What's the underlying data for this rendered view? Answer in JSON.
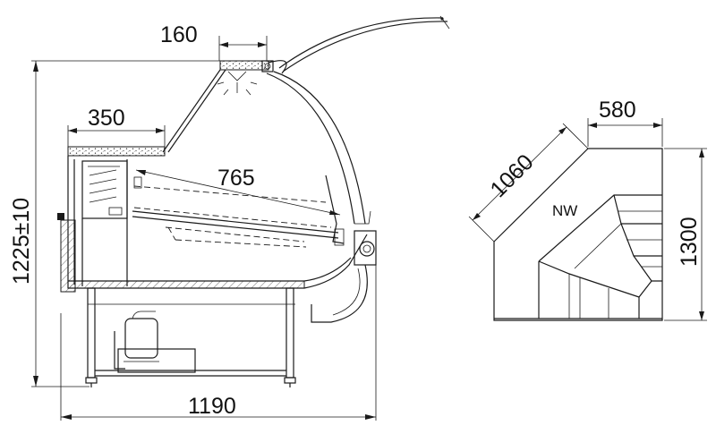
{
  "dimensions": {
    "top_overhang": "160",
    "shelf_depth": "350",
    "display_depth": "765",
    "total_height": "1225±10",
    "total_width": "1190",
    "corner_side": "580",
    "corner_diagonal": "1060",
    "corner_depth": "1300"
  },
  "labels": {
    "corner_type": "NW"
  }
}
